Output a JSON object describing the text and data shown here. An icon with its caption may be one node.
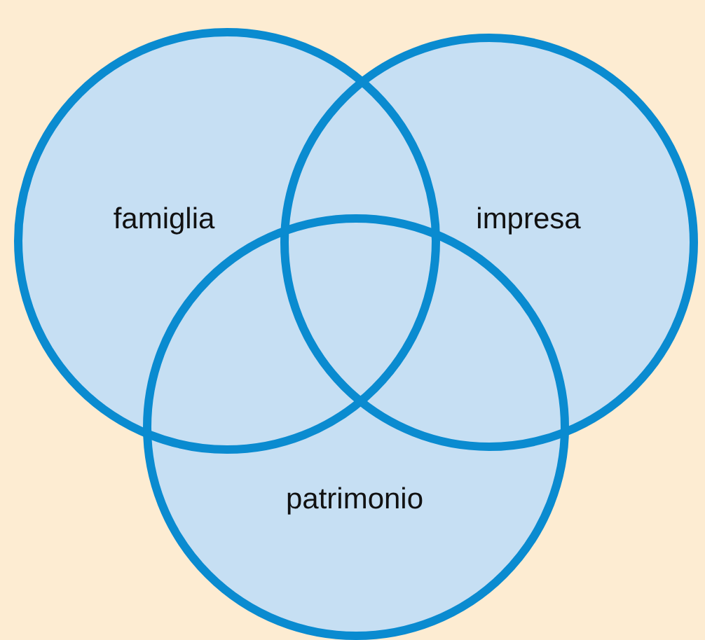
{
  "diagram": {
    "nodes": [
      {
        "text": [
          "famiglia"
        ]
      },
      {
        "text": [
          "impresa"
        ]
      },
      {
        "text": [
          "patrimonio"
        ]
      }
    ],
    "edges": []
  }
}
